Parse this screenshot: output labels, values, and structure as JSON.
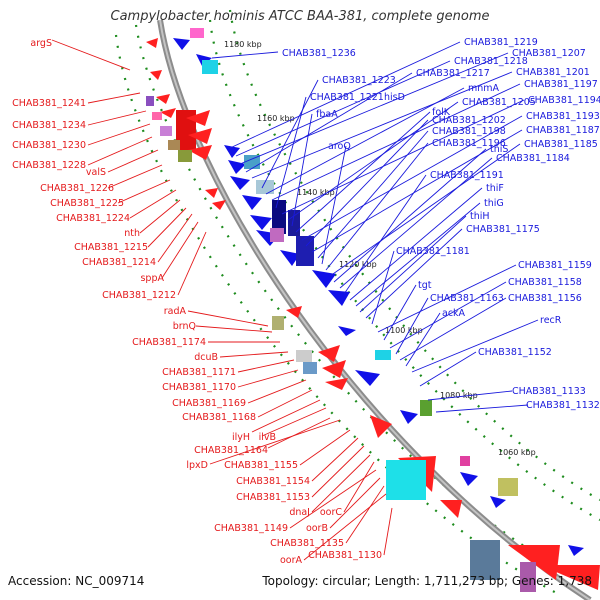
{
  "title": "Campylobacter hominis ATCC BAA-381, complete genome",
  "accession": "Accession: NC_009714",
  "summary": "Topology: circular; Length: 1,711,273 bp; Genes: 1,738",
  "colors": {
    "forward": "#ff0000",
    "reverse": "#0000ff",
    "label_forward": "#e41a1c",
    "label_reverse": "#1a1adc",
    "backbone": "#8c8c8c",
    "gc_dots": "#1e8c1e"
  },
  "kbp_ticks": [
    "1180 kbp",
    "1160 kbp",
    "1140 kbp",
    "1120 kbp",
    "1100 kbp",
    "1080 kbp",
    "1060 kbp"
  ],
  "left_labels": [
    "argS",
    "CHAB381_1241",
    "CHAB381_1234",
    "CHAB381_1230",
    "CHAB381_1228",
    "valS",
    "CHAB381_1226",
    "CHAB381_1225",
    "CHAB381_1224",
    "nth",
    "CHAB381_1215",
    "CHAB381_1214",
    "sppA",
    "CHAB381_1212",
    "radA",
    "brnQ",
    "CHAB381_1174",
    "dcuB",
    "CHAB381_1171",
    "CHAB381_1170",
    "CHAB381_1169",
    "CHAB381_1168",
    "ilyH",
    "ilvB",
    "CHAB381_1164",
    "lpxD",
    "CHAB381_1155",
    "CHAB381_1154",
    "CHAB381_1153",
    "dnaJ",
    "oorC",
    "CHAB381_1149",
    "oorB",
    "CHAB381_1135",
    "oorA",
    "CHAB381_1130"
  ],
  "right_labels": [
    "CHAB381_1219",
    "CHAB381_1236",
    "CHAB381_1218",
    "CHAB381_1207",
    "CHAB381_1217",
    "CHAB381_1201",
    "CHAB381_1223",
    "mnmA",
    "CHAB381_1197",
    "CHAB381_1221",
    "hisD",
    "CHAB381_1194",
    "CHAB381_1205",
    "fbaA",
    "folK",
    "CHAB381_1193",
    "CHAB381_1202",
    "CHAB381_1187",
    "CHAB381_1198",
    "aroQ",
    "CHAB381_1196",
    "CHAB381_1185",
    "thiS",
    "CHAB381_1184",
    "CHAB381_1191",
    "thiF",
    "thiG",
    "thiH",
    "CHAB381_1175",
    "CHAB381_1181",
    "CHAB381_1159",
    "tgt",
    "CHAB381_1158",
    "CHAB381_1163",
    "CHAB381_1156",
    "ackA",
    "recR",
    "CHAB381_1152",
    "CHAB381_1133",
    "CHAB381_1132"
  ]
}
